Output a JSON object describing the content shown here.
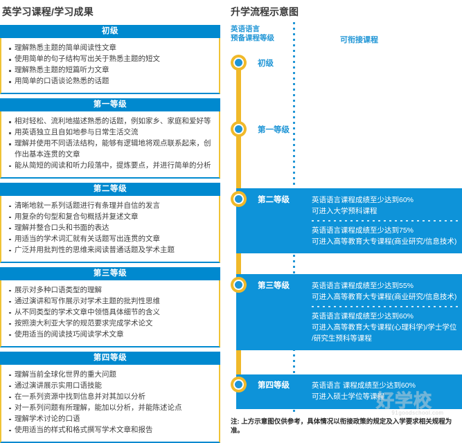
{
  "left": {
    "title": "英学习课程/学习成果",
    "levels": [
      {
        "name": "初级",
        "items": [
          "理解熟悉主题的简单阅读性文章",
          "使用简单的句子结构写出关于熟悉主题的短文",
          "理解熟悉主题的短篇听力文章",
          "用简单的口语谈论熟悉的话题"
        ]
      },
      {
        "name": "第一等级",
        "items": [
          "相对轻松、流利地描述熟悉的话题，例如家乡、家庭和爱好等",
          "用英语独立且自如地参与日常生活交流",
          "理解并使用不同语法结构，能够有逻辑地将观点联系起来，创作出基本连贯的文章",
          "能从简短的阅读和听力段落中，提炼要点，并进行简单的分析"
        ]
      },
      {
        "name": "第二等级",
        "items": [
          "清晰地就一系列话题进行有条理并自信的发言",
          "用复杂的句型和复合句概括并复述文章",
          "理解并整合口头和书面的表达",
          "用适当的学术词汇就有关话题写出连贯的文章",
          "广泛并用批判性的思维来阅读普通话题及学术主题"
        ]
      },
      {
        "name": "第三等级",
        "items": [
          "展示对多种口语类型的理解",
          "通过演讲和写作展示对学术主题的批判性思维",
          "从不同类型的学术文章中领悟具体细节的含义",
          "按照澳大利亚大学的规范要求完成学术论文",
          "使用适当的阅读技巧阅读学术文章"
        ]
      },
      {
        "name": "第四等级",
        "items": [
          "理解当前全球化世界的重大问题",
          "通过演讲展示实用口语技能",
          "在一系列资源中找到信息并对其加以分析",
          "对一系列问题有所理解，能加以分析，并能陈述论点",
          "理解学术讨论的口语",
          "使用适当的样式和格式撰写学术文章和报告"
        ]
      }
    ]
  },
  "right": {
    "title": "升学流程示意图",
    "col_head_left_line1": "英语语言",
    "col_head_left_line2": "预备课程等级",
    "col_head_right": "可衔接课程",
    "stages": [
      {
        "label": "初级",
        "groups": []
      },
      {
        "label": "第一等级",
        "groups": []
      },
      {
        "label": "第二等级",
        "groups": [
          [
            "英语语言课程成绩至少达到60%",
            "可进入大学预科课程"
          ],
          [
            "英语语言课程成绩至少达到75%",
            "可进入高等教育大专课程(商业研究/信息技术)"
          ]
        ]
      },
      {
        "label": "第三等级",
        "groups": [
          [
            "英语语言课程成绩至少达到55%",
            "可进入高等教育大专课程(商业研究/信息技术)"
          ],
          [
            "英语语言课程成绩至少达到60%",
            "可进入高等教育大专课程(心理科学)/学士学位",
            "/研究生预科等课程"
          ]
        ]
      },
      {
        "label": "第四等级",
        "groups": [
          [
            "英语语言 课程成绩至少达到60%",
            "可进入硕士学位等课程"
          ]
        ]
      }
    ],
    "footnote": "注: 上方示意图仅供参考，具体情况以衔接政策的规定及入学要求相关规程为准。"
  },
  "watermark": {
    "text": "好学校",
    "sub": "91goodschool.com"
  },
  "colors": {
    "header_blue": "#0089cf",
    "panel_blue": "#0e93d9",
    "gold": "#f0b92a",
    "label_blue": "#2196d6",
    "border_gold": "#f0c335"
  }
}
